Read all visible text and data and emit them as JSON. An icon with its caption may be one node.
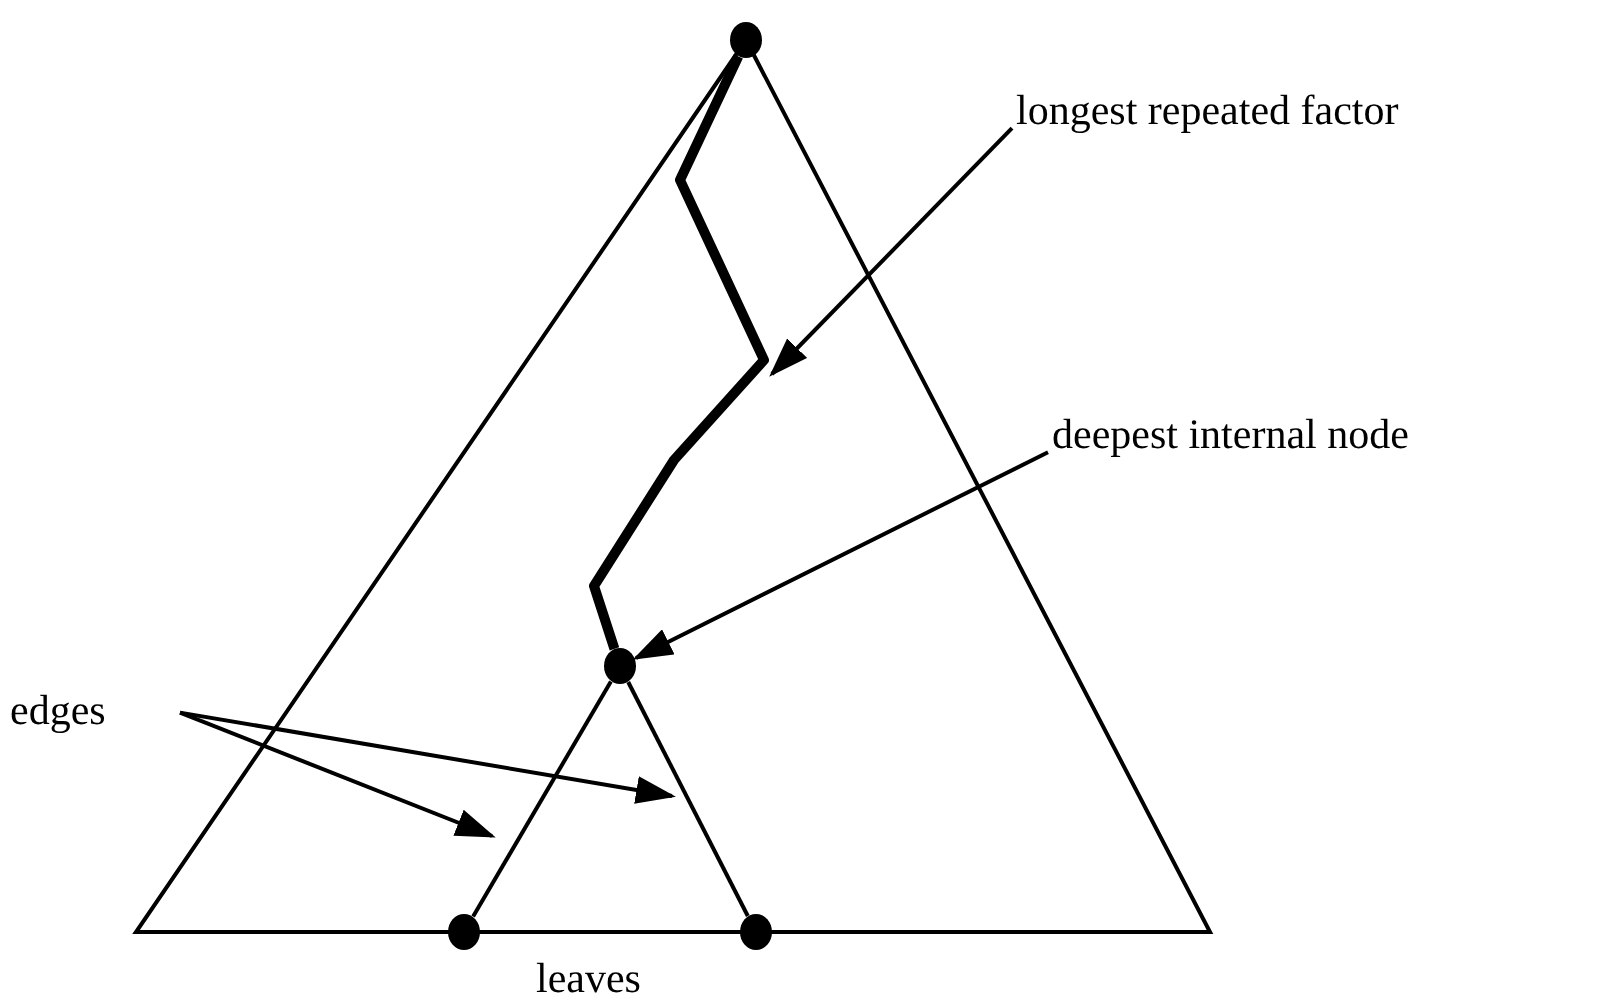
{
  "diagram": {
    "nodes": [
      {
        "text": [],
        "shape": "circle"
      },
      {
        "text": [
          "longest repeated factor"
        ]
      },
      {
        "text": [
          "deepest internal node"
        ]
      },
      {
        "text": [],
        "shape": "circle"
      },
      {
        "text": [
          "edges"
        ]
      },
      {
        "text": [],
        "shape": "circle"
      },
      {
        "text": [],
        "shape": "circle"
      }
    ],
    "edges": [
      {
        "from": 0,
        "to": 3,
        "arrow": "none",
        "style": "thick"
      },
      {
        "from": 3,
        "to": 5,
        "arrow": "none"
      },
      {
        "from": 3,
        "to": 6,
        "arrow": "none"
      },
      {
        "from": 1,
        "to": null,
        "arrow": "to"
      },
      {
        "from": 2,
        "to": 3,
        "arrow": "to"
      },
      {
        "from": 4,
        "to": null,
        "arrow": "to"
      },
      {
        "from": 4,
        "to": null,
        "arrow": "to"
      }
    ],
    "labels": [
      "leaves"
    ]
  }
}
